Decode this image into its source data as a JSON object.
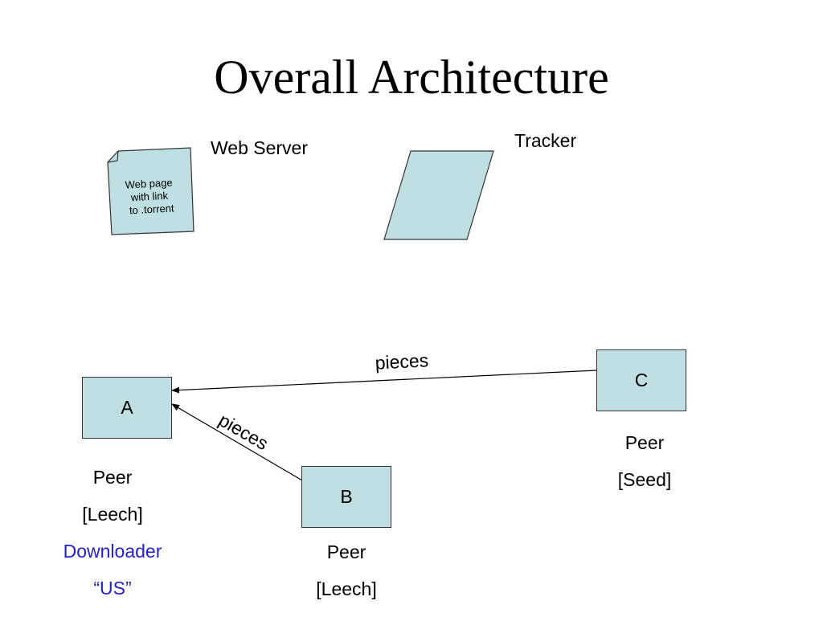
{
  "title": "Overall Architecture",
  "web_server": {
    "label": "Web Server",
    "page_lines": [
      "Web page",
      "with link",
      "to .torrent"
    ]
  },
  "tracker": {
    "label": "Tracker"
  },
  "peers": {
    "a": {
      "box_label": "A",
      "role": "Peer",
      "state": "[Leech]",
      "extra1": "Downloader",
      "extra2": "“US”"
    },
    "b": {
      "box_label": "B",
      "role": "Peer",
      "state": "[Leech]"
    },
    "c": {
      "box_label": "C",
      "role": "Peer",
      "state": "[Seed]"
    }
  },
  "edges": {
    "c_to_a": "pieces",
    "b_to_a": "pieces"
  },
  "colors": {
    "shape_fill": "#bfdfe2",
    "highlight_text": "#1f1fd6"
  }
}
